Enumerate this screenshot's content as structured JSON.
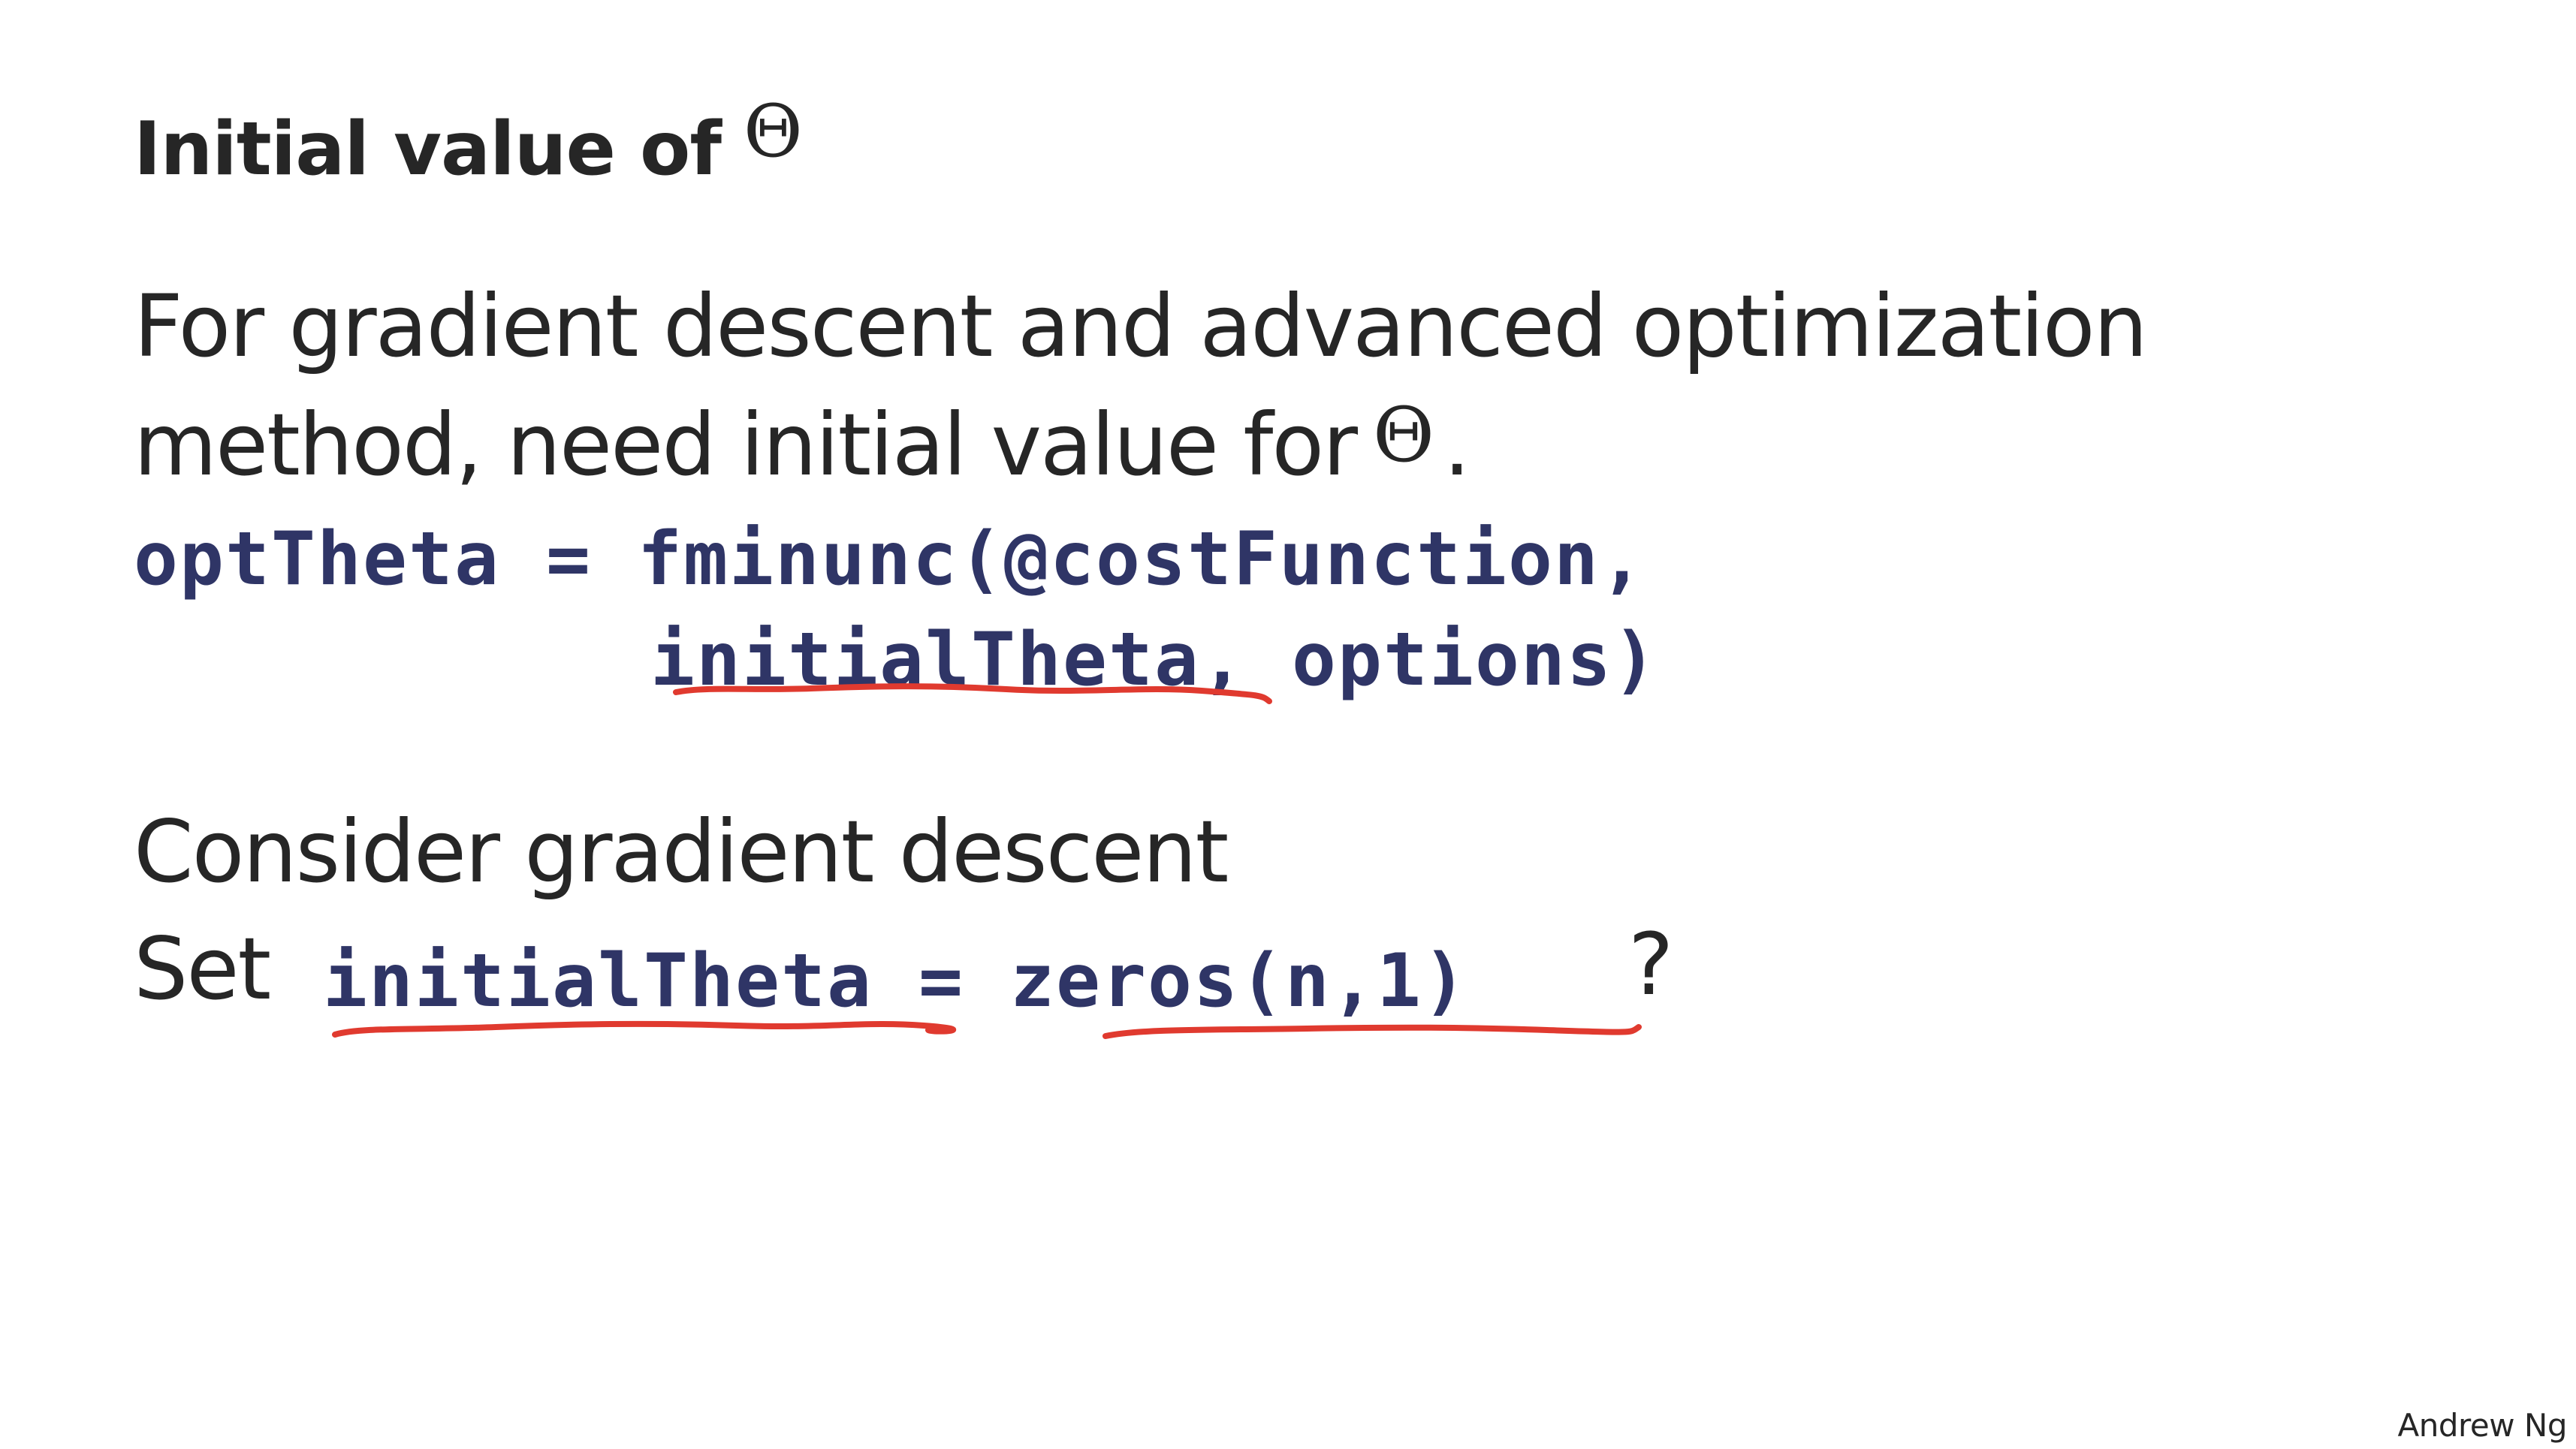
{
  "title": {
    "text": "Initial value of",
    "symbol": "Θ"
  },
  "body": {
    "line1": "For gradient descent and advanced optimization",
    "line2_text": "method, need initial value for",
    "line2_symbol": "Θ",
    "line2_end": ".",
    "code_line1": "optTheta = fminunc(@costFunction,",
    "code_line2": "initialTheta, options)",
    "line3": "Consider gradient descent",
    "line4_prefix": "Set",
    "code_line3": "initialTheta = zeros(n,1)",
    "question_mark": "?"
  },
  "footer": {
    "author": "Andrew Ng"
  },
  "colors": {
    "text": "#262626",
    "code": "#2f3566",
    "annotation": "#e03a2f"
  }
}
